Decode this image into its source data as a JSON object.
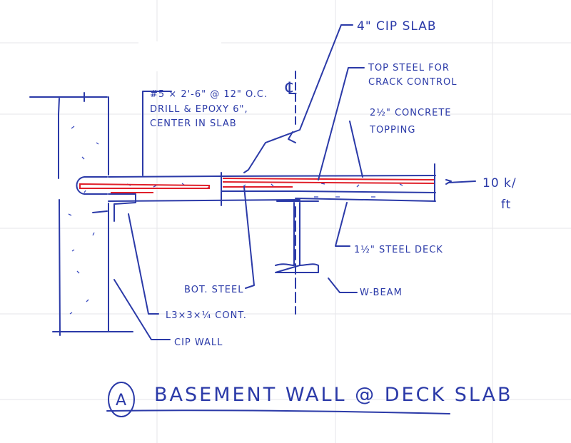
{
  "labels": {
    "cip_slab": "4\" CIP SLAB",
    "top_steel_line1": "TOP STEEL FOR",
    "top_steel_line2": "CRACK CONTROL",
    "dowel_line1": "#5 × 2'-6\" @ 12\" O.C.",
    "dowel_line2": "DRILL & EPOXY 6\",",
    "dowel_line3": "CENTER IN SLAB",
    "topping_line1": "2½\" CONCRETE",
    "topping_line2": "TOPPING",
    "load_value": "10 k/",
    "load_unit": "ft",
    "centerline": "℄",
    "bot_steel": "BOT. STEEL",
    "angle": "L3×3×¼ CONT.",
    "cip_wall": "CIP WALL",
    "steel_deck": "1½\" STEEL DECK",
    "w_beam": "W-BEAM",
    "detail_tag": "A",
    "title": "BASEMENT WALL @ DECK SLAB"
  },
  "colors": {
    "ink": "#2b3aa8",
    "rebar": "#e0202a",
    "paper": "#ffffff"
  }
}
